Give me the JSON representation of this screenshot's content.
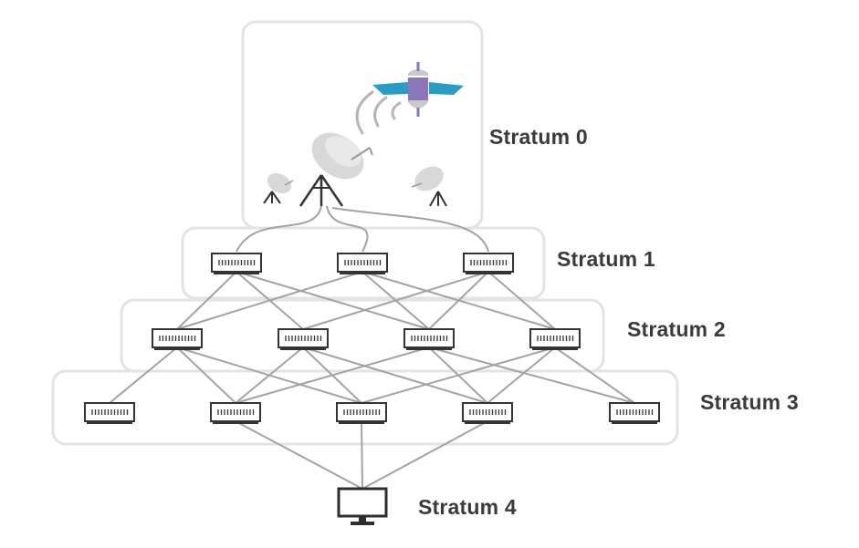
{
  "diagram": {
    "strata": [
      {
        "label": "Stratum 0",
        "nodes": 0
      },
      {
        "label": "Stratum 1",
        "nodes": 3
      },
      {
        "label": "Stratum 2",
        "nodes": 4
      },
      {
        "label": "Stratum 3",
        "nodes": 5
      },
      {
        "label": "Stratum 4",
        "nodes": 1
      }
    ],
    "links_1_2": [
      [
        0,
        0
      ],
      [
        0,
        1
      ],
      [
        0,
        2
      ],
      [
        1,
        0
      ],
      [
        1,
        2
      ],
      [
        1,
        3
      ],
      [
        2,
        1
      ],
      [
        2,
        2
      ],
      [
        2,
        3
      ]
    ],
    "links_2_3": [
      [
        0,
        0
      ],
      [
        0,
        1
      ],
      [
        0,
        2
      ],
      [
        1,
        1
      ],
      [
        1,
        2
      ],
      [
        1,
        3
      ],
      [
        2,
        1
      ],
      [
        2,
        3
      ],
      [
        2,
        4
      ],
      [
        3,
        2
      ],
      [
        3,
        3
      ],
      [
        3,
        4
      ]
    ],
    "links_3_4": [
      [
        1,
        0
      ],
      [
        2,
        0
      ],
      [
        3,
        0
      ]
    ],
    "colors": {
      "panel_border": "#e3e3e3",
      "link": "#a3a3a3",
      "device": "#333333",
      "satellite_panel": "#2a9bc2",
      "satellite_body": "#8b76b8",
      "dish": "#d8d8d8"
    },
    "icons": [
      "satellite-icon",
      "satellite-dish-icon",
      "network-switch-icon",
      "monitor-icon"
    ]
  }
}
